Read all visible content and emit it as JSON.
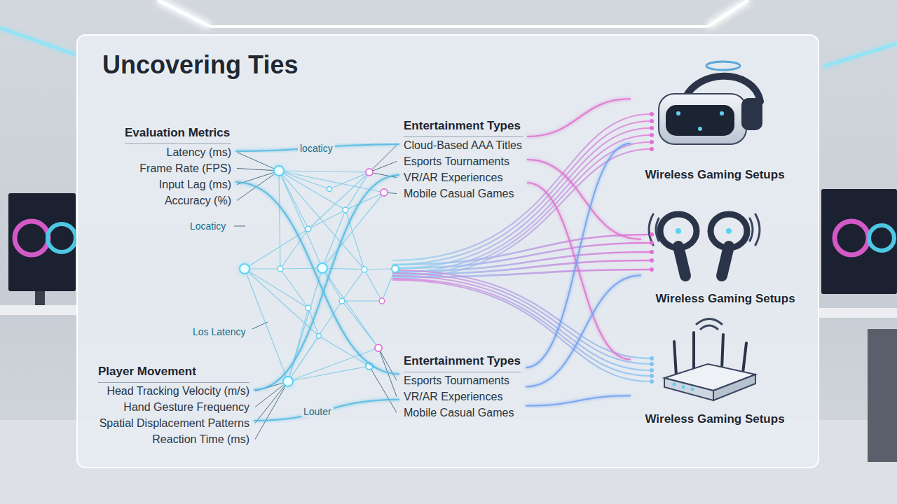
{
  "diagram": {
    "title": "Uncovering Ties",
    "nodes": [
      {
        "text": [
          "Evaluation Metrics",
          "Latency (ms)",
          "Frame Rate (FPS)",
          "Input Lag (ms)",
          "Accuracy (%)"
        ]
      },
      {
        "text": [
          "Player Movement",
          "Head Tracking Velocity (m/s)",
          "Hand Gesture Frequency",
          "Spatial Displacement Patterns",
          "Reaction Time (ms)"
        ]
      },
      {
        "text": [
          "Entertainment Types",
          "Cloud-Based AAA Titles",
          "Esports Tournaments",
          "VR/AR Experiences",
          "Mobile Casual Games"
        ]
      },
      {
        "text": [
          "Entertainment Types",
          "Esports Tournaments",
          "VR/AR Experiences",
          "Mobile Casual Games"
        ]
      },
      {
        "text": [
          "Wireless Gaming Setups"
        ]
      },
      {
        "text": [
          "Wireless Gaming Setups"
        ]
      },
      {
        "text": [
          "Wireless Gaming Setups"
        ]
      }
    ],
    "edges": [
      {
        "from": 0,
        "to": 2,
        "arrow": "none"
      },
      {
        "from": 0,
        "to": 3,
        "arrow": "none"
      },
      {
        "from": 1,
        "to": 2,
        "arrow": "none"
      },
      {
        "from": 1,
        "to": 3,
        "arrow": "none"
      },
      {
        "from": 2,
        "to": 4,
        "arrow": "none"
      },
      {
        "from": 2,
        "to": 5,
        "arrow": "none"
      },
      {
        "from": 2,
        "to": 6,
        "arrow": "none"
      },
      {
        "from": 3,
        "to": 4,
        "arrow": "none"
      },
      {
        "from": 3,
        "to": 5,
        "arrow": "none"
      },
      {
        "from": 3,
        "to": 6,
        "arrow": "none"
      }
    ],
    "labels": [
      "locaticy",
      "Locaticy",
      "Los Latency",
      "Louter"
    ]
  }
}
